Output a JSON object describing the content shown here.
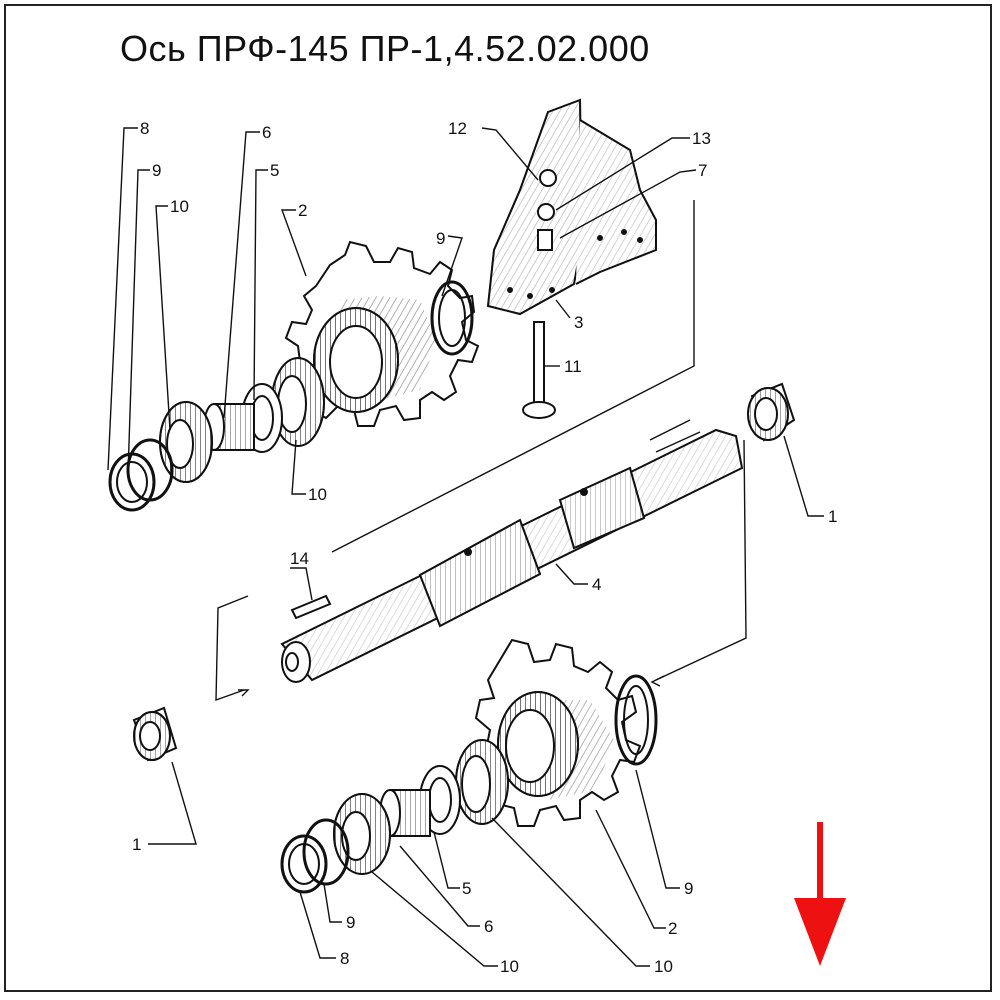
{
  "title": "Ось ПРФ-145 ПР-1,4.52.02.000",
  "colors": {
    "ink": "#111111",
    "arrow": "#ee1111",
    "paper": "#ffffff"
  },
  "callouts": {
    "c1": "8",
    "c2": "9",
    "c3": "10",
    "c4": "6",
    "c5": "5",
    "c6": "2",
    "c7": "9",
    "c8": "12",
    "c9": "13",
    "c10": "7",
    "c11": "3",
    "c12": "11",
    "c13": "10",
    "c14": "1",
    "c15": "4",
    "c16": "14",
    "c17": "1",
    "c18": "9",
    "c19": "2",
    "c20": "5",
    "c21": "6",
    "c22": "9",
    "c23": "8",
    "c24": "10",
    "c25": "10"
  },
  "arrow_icon": "down-arrow-icon"
}
